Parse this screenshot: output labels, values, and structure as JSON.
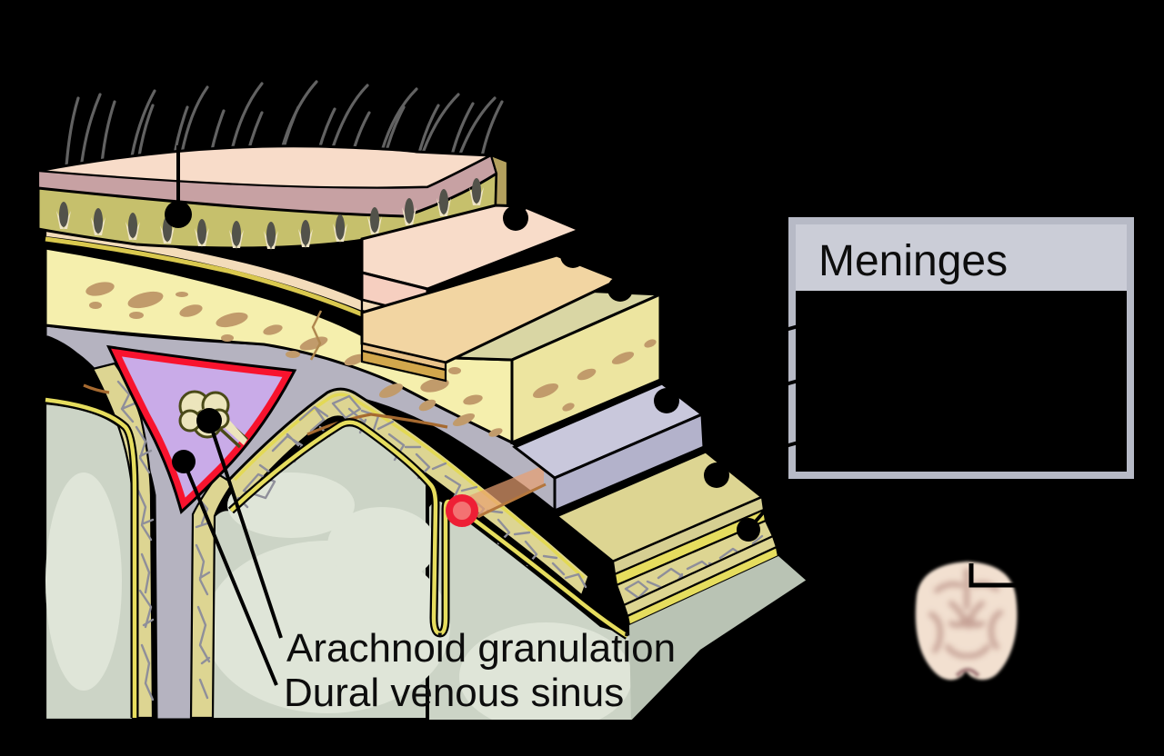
{
  "meninges_box": {
    "title": "Meninges"
  },
  "labels": {
    "arachnoid_granulation": "Arachnoid granulation",
    "dural_venous_sinus": "Dural venous sinus"
  },
  "icons": {
    "layer_marker": "black-dot-marker",
    "brain_section": "coronal-brain-section-icon",
    "section_highlight": "region-highlight-bracket"
  },
  "colors": {
    "background": "#000000",
    "skin_pink": "#f8dcc9",
    "dermis_mauve": "#c7a1a3",
    "subcutis_olive": "#c6c06c",
    "connective_cream": "#f3dcba",
    "aponeurosis_tan": "#f2d5a2",
    "periosteum_gold": "#d2a74c",
    "skull_bone": "#f5efad",
    "bone_marrow": "#c19b6b",
    "dura_gray": "#b5b3c0",
    "dura_step": "#c9c8dc",
    "arachnoid_olive": "#ddd592",
    "pia_yellow": "#e6dd5e",
    "brain_surface": "#ccd4c6",
    "brain_face": "#b9c3b4",
    "sinus_purple": "#c9abe8",
    "sinus_red": "#f8132e",
    "vessel_red": "#f37272",
    "box_border": "#b7bac6",
    "box_header": "#cbcdd7",
    "brain_icon_cream": "#f2e0d0"
  }
}
